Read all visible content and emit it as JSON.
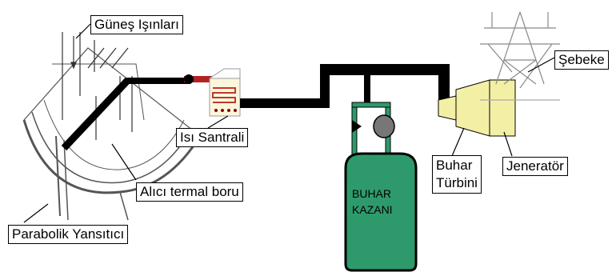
{
  "labels": {
    "sun_rays": "Güneş Işınları",
    "heat_plant": "Isı Santrali",
    "receiver_tube": "Alıcı termal boru",
    "parabolic_reflector": "Parabolik Yansıtıcı",
    "steam_turbine_line1": "Buhar",
    "steam_turbine_line2": "Türbini",
    "generator": "Jeneratör",
    "grid": "Şebeke",
    "boiler_line1": "BUHAR",
    "boiler_line2": "KAZANI"
  },
  "colors": {
    "pipe": "#000000",
    "boiler_fill": "#2e9a6b",
    "turbine_fill": "#f3f0a6",
    "heat_coil": "#c0392b",
    "reflector": "#7a7a7a",
    "tower": "#8a8a8a"
  }
}
